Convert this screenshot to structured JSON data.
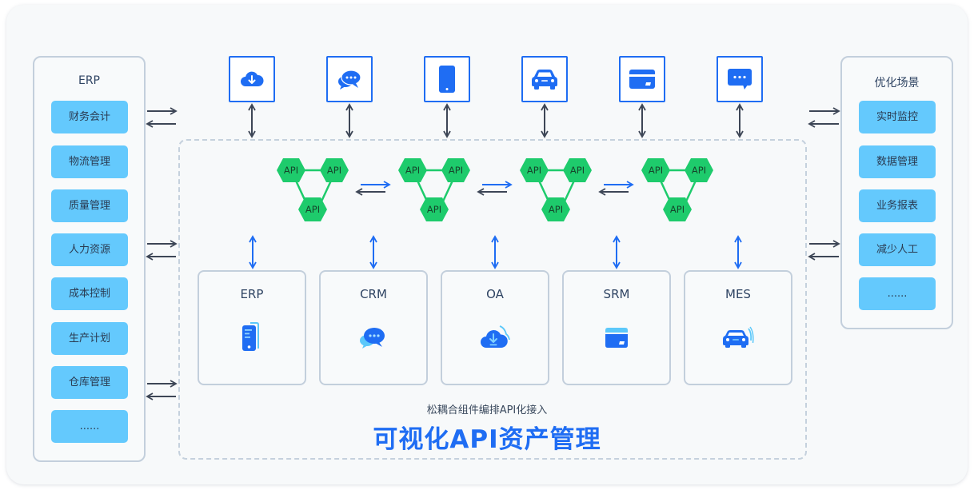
{
  "left_panel": {
    "title": "ERP",
    "items": [
      "财务会计",
      "物流管理",
      "质量管理",
      "人力资源",
      "成本控制",
      "生产计划",
      "仓库管理",
      "......"
    ]
  },
  "right_panel": {
    "title": "优化场景",
    "items": [
      "实时监控",
      "数据管理",
      "业务报表",
      "减少人工",
      "......"
    ]
  },
  "top_icons": [
    {
      "icon": "cloud-download-icon"
    },
    {
      "icon": "chat-bubbles-icon"
    },
    {
      "icon": "mobile-phone-icon"
    },
    {
      "icon": "car-icon"
    },
    {
      "icon": "credit-card-icon"
    },
    {
      "icon": "message-icon"
    }
  ],
  "api_clusters": [
    {
      "nodes": [
        "API",
        "API",
        "API"
      ]
    },
    {
      "nodes": [
        "API",
        "API",
        "API"
      ]
    },
    {
      "nodes": [
        "API",
        "API",
        "API"
      ]
    },
    {
      "nodes": [
        "API",
        "API",
        "API"
      ]
    }
  ],
  "systems": [
    {
      "label": "ERP",
      "icon": "mobile-device-icon"
    },
    {
      "label": "CRM",
      "icon": "chat-bubbles-icon"
    },
    {
      "label": "OA",
      "icon": "cloud-download-icon"
    },
    {
      "label": "SRM",
      "icon": "credit-card-icon"
    },
    {
      "label": "MES",
      "icon": "car-icon"
    }
  ],
  "footer": {
    "subtitle": "松耦合组件编排API化接入",
    "title": "可视化API资产管理"
  },
  "colors": {
    "accent_blue": "#1f6df3",
    "item_blue": "#64c9fd",
    "api_green": "#1ecb6c",
    "light_blue": "#5cc8fa",
    "arrow_dark": "#3d4656"
  }
}
